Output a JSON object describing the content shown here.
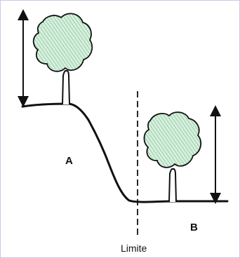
{
  "labels": {
    "zone_a": "A",
    "zone_b": "B",
    "limit_line": "Limite"
  },
  "colors": {
    "foliage_fill": "#cfead8",
    "foliage_hatch": "#67b97f",
    "outline": "#111111",
    "frame_border": "#c9c9e6"
  },
  "icons": {
    "tree": "deciduous-tree-icon",
    "height_arrow": "double-headed-arrow-icon",
    "boundary": "dashed-line-icon"
  }
}
